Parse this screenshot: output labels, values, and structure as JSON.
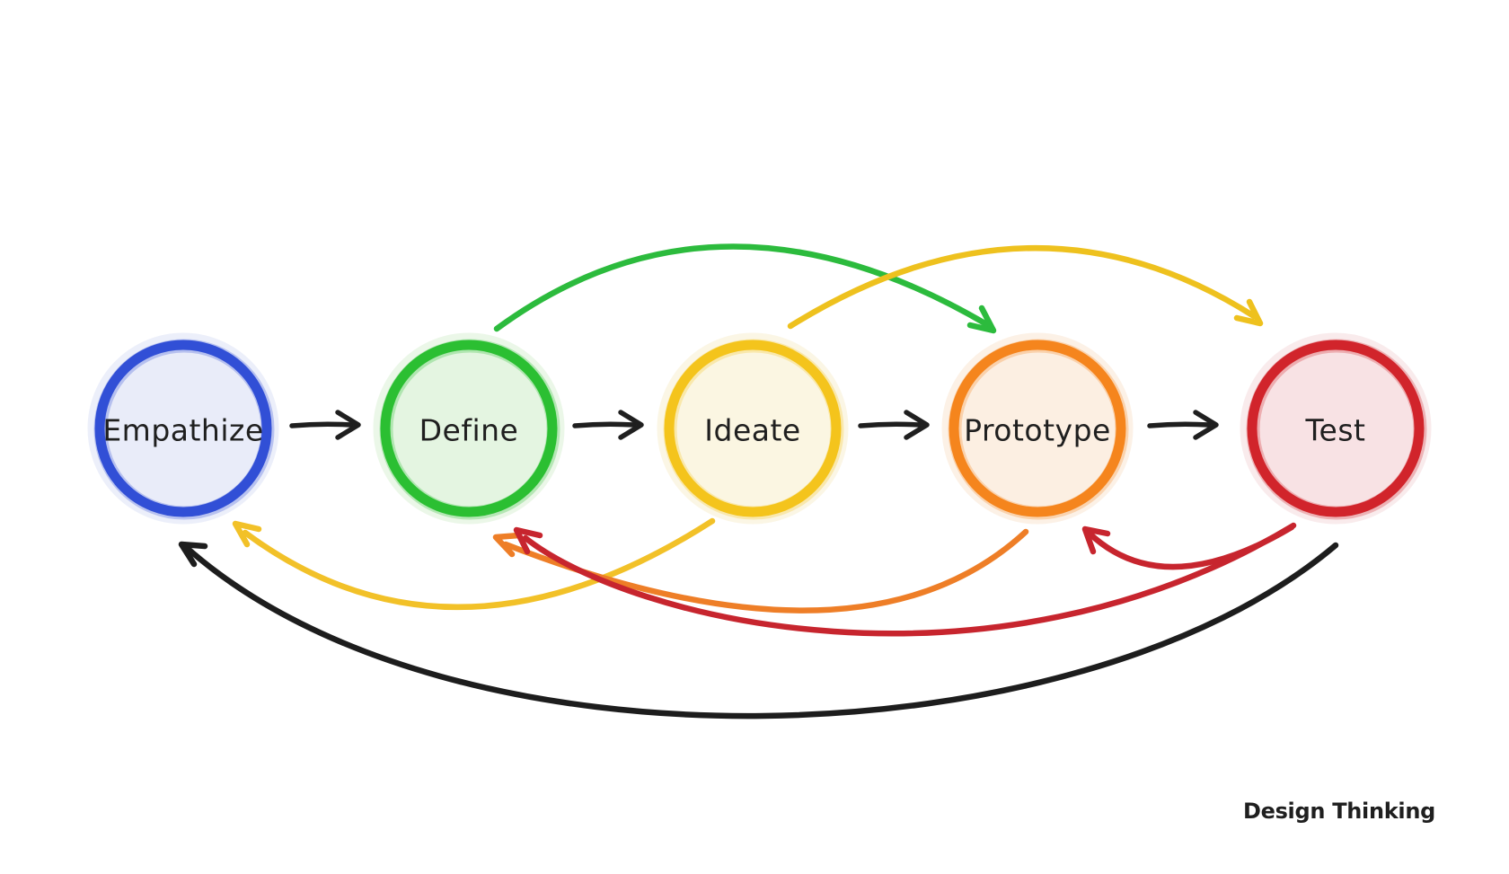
{
  "title": "Design Thinking",
  "background_color": "#ffffff",
  "ink_color": "#1f1f1f",
  "stages": [
    {
      "id": "empathize",
      "label": "Empathize",
      "ring_color": "#3150d6",
      "fill_color": "#e9ecf9",
      "halo_color": "#dce2f5"
    },
    {
      "id": "define",
      "label": "Define",
      "ring_color": "#2cbf33",
      "fill_color": "#e4f5e1",
      "halo_color": "#daf0d6"
    },
    {
      "id": "ideate",
      "label": "Ideate",
      "ring_color": "#f4c41d",
      "fill_color": "#fbf6e2",
      "halo_color": "#f8efd0"
    },
    {
      "id": "prototype",
      "label": "Prototype",
      "ring_color": "#f5861e",
      "fill_color": "#fcefe2",
      "halo_color": "#fae6d2"
    },
    {
      "id": "test",
      "label": "Test",
      "ring_color": "#d2242b",
      "fill_color": "#f8e2e4",
      "halo_color": "#f4dadd"
    }
  ],
  "forward_arrows": {
    "color": "#1f1f1f",
    "links": [
      {
        "from": "Empathize",
        "to": "Define"
      },
      {
        "from": "Define",
        "to": "Ideate"
      },
      {
        "from": "Ideate",
        "to": "Prototype"
      },
      {
        "from": "Prototype",
        "to": "Test"
      }
    ]
  },
  "feedback_arrows": [
    {
      "from": "Define",
      "to": "Prototype",
      "position": "top",
      "color": "#2cbb3d"
    },
    {
      "from": "Ideate",
      "to": "Test",
      "position": "top",
      "color": "#eec11e"
    },
    {
      "from": "Ideate",
      "to": "Empathize",
      "position": "bottom",
      "color": "#f2c128"
    },
    {
      "from": "Prototype",
      "to": "Define",
      "position": "bottom",
      "color": "#ee7e27"
    },
    {
      "from": "Test",
      "to": "Define",
      "position": "bottom",
      "color": "#c7252e"
    },
    {
      "from": "Test",
      "to": "Prototype",
      "position": "bottom",
      "color": "#c7252e"
    },
    {
      "from": "Test",
      "to": "Empathize",
      "position": "bottom",
      "color": "#1d1d1d"
    }
  ],
  "footer": {
    "label": "Design Thinking"
  }
}
